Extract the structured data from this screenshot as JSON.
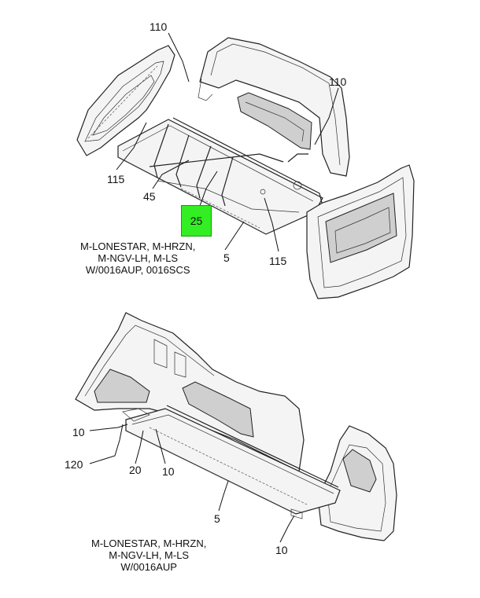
{
  "top_view": {
    "callouts": {
      "c110_left": "110",
      "c110_right": "110",
      "c115_left": "115",
      "c115_right": "115",
      "c45": "45",
      "c25": "25",
      "c5": "5"
    },
    "caption_lines": [
      "M-LONESTAR, M-HRZN,",
      "M-NGV-LH, M-LS",
      "W/0016AUP, 0016SCS"
    ]
  },
  "bottom_view": {
    "callouts": {
      "c10_left": "10",
      "c10_mid": "10",
      "c10_bottom": "10",
      "c120": "120",
      "c20": "20",
      "c5": "5"
    },
    "caption_lines": [
      "M-LONESTAR, M-HRZN,",
      "M-NGV-LH, M-LS",
      "W/0016AUP"
    ]
  },
  "colors": {
    "highlight": "#33ee22",
    "line": "#222222"
  }
}
